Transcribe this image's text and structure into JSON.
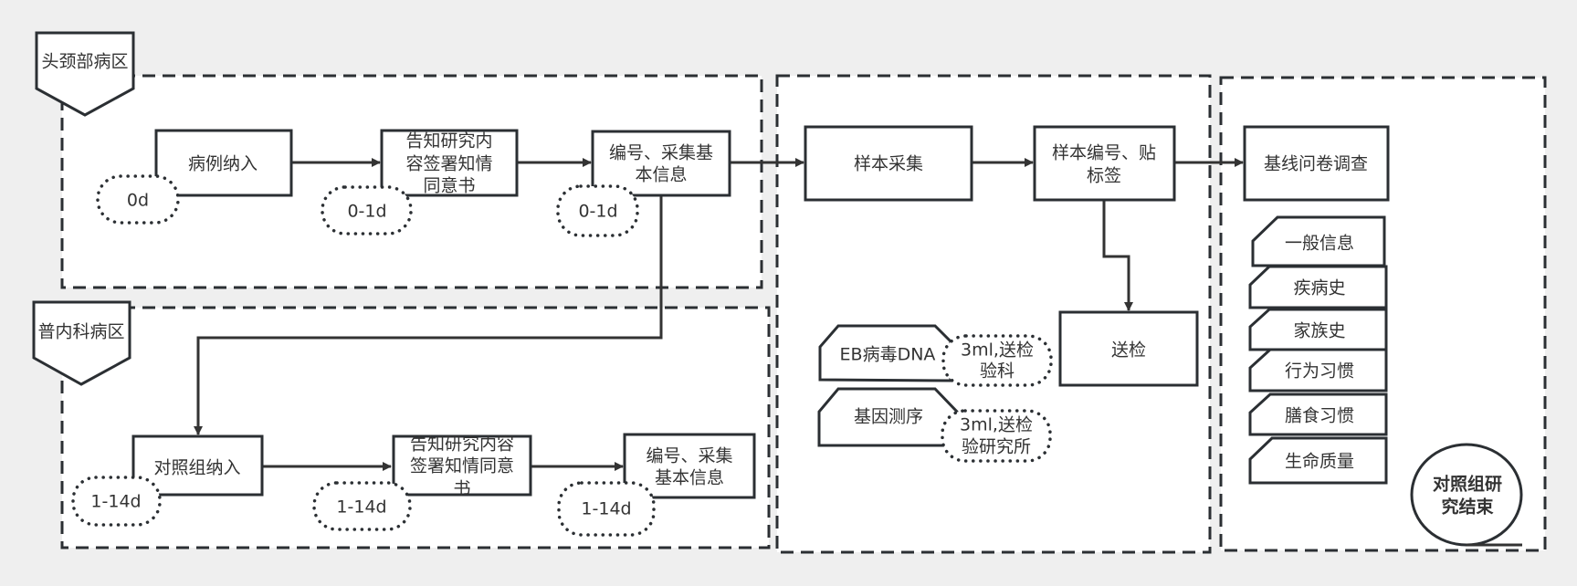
{
  "lanes": {
    "head_neck": {
      "label": "头颈部病区"
    },
    "internal_medicine": {
      "label": "普内科病区"
    }
  },
  "head_neck_flow": {
    "step1": {
      "label": "病例纳入",
      "time": "0d"
    },
    "step2": {
      "label_lines": [
        "告知研究内",
        "容签署知情",
        "同意书"
      ],
      "time": "0-1d"
    },
    "step3": {
      "label_lines": [
        "编号、采集基",
        "本信息"
      ],
      "time": "0-1d"
    }
  },
  "control_flow": {
    "step1": {
      "label": "对照组纳入",
      "time": "1-14d"
    },
    "step2": {
      "label_lines": [
        "告知研究内容",
        "签署知情同意",
        "书"
      ],
      "time": "1-14d"
    },
    "step3": {
      "label_lines": [
        "编号、采集",
        "基本信息"
      ],
      "time": "1-14d"
    }
  },
  "sample_section": {
    "collect": {
      "label": "样本采集"
    },
    "label_step": {
      "label_lines": [
        "样本编号、贴",
        "标签"
      ]
    },
    "submit": {
      "label": "送检"
    },
    "tests": [
      {
        "name": "EB病毒DNA",
        "note_lines": [
          "3ml,送检",
          "验科"
        ]
      },
      {
        "name": "基因测序",
        "note_lines": [
          "3ml,送检",
          "验研究所"
        ]
      }
    ]
  },
  "survey_section": {
    "baseline": {
      "label": "基线问卷调查"
    },
    "items": [
      "一般信息",
      "疾病史",
      "家族史",
      "行为习惯",
      "膳食习惯",
      "生命质量"
    ],
    "end": {
      "label_lines": [
        "对照组研",
        "究结束"
      ]
    }
  }
}
